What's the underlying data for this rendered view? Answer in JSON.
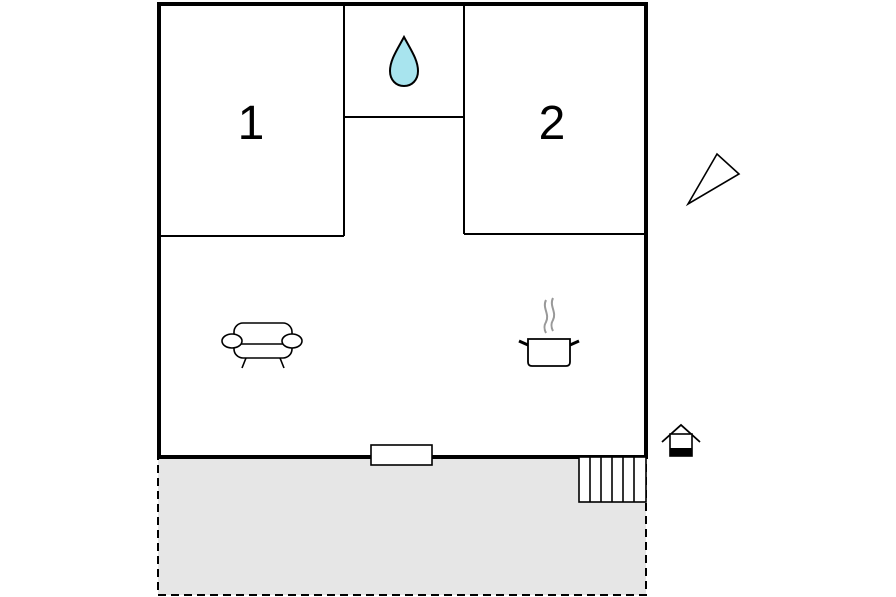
{
  "floorplan": {
    "rooms": [
      {
        "id": "bedroom-1",
        "label": "1"
      },
      {
        "id": "bedroom-2",
        "label": "2"
      }
    ],
    "icons": {
      "bathroom": "water-drop-icon",
      "living": "sofa-icon",
      "kitchen": "cooking-pot-icon",
      "compass": "north-arrow-icon",
      "entrance": "entrance-house-icon"
    },
    "colors": {
      "walls": "#000000",
      "terrace": "#e6e6e6",
      "water": "#a8e4ee",
      "steam": "#999999"
    }
  }
}
